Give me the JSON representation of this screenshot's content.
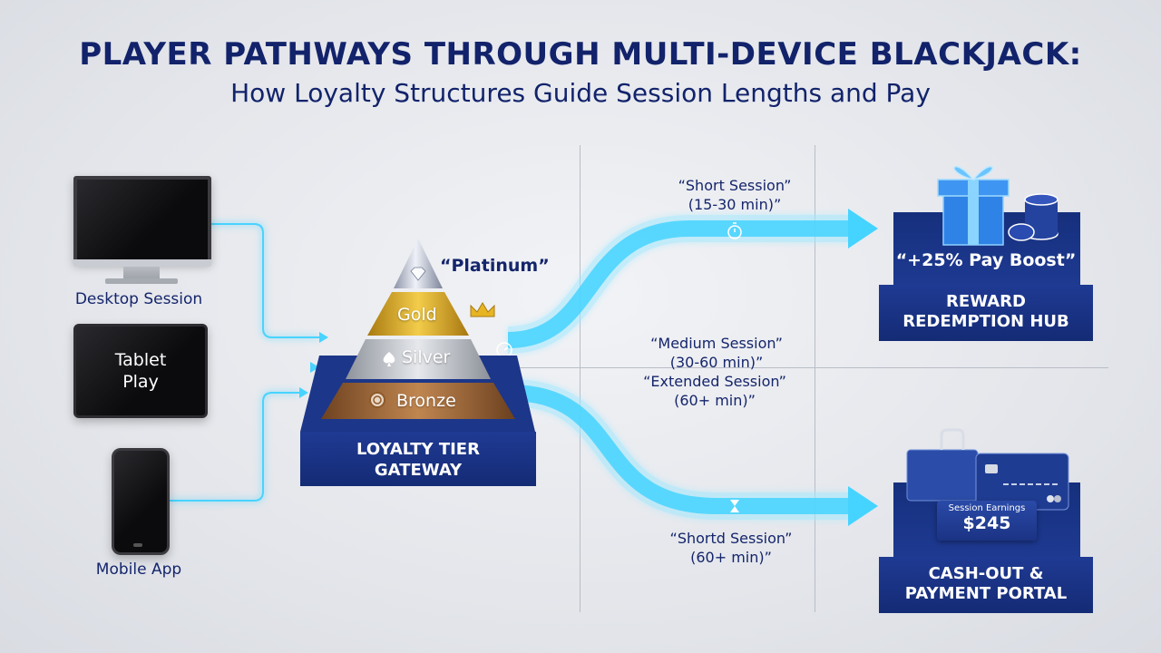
{
  "title": "PLAYER PATHWAYS THROUGH MULTI-DEVICE BLACKJACK:",
  "subtitle": "How Loyalty Structures Guide Session Lengths and Pay",
  "devices": {
    "desktop": "Desktop Session",
    "tablet_line1": "Tablet",
    "tablet_line2": "Play",
    "mobile": "Mobile App"
  },
  "pyramid": {
    "platinum": "“Platinum”",
    "gold": "Gold",
    "silver": "Silver",
    "bronze": "Bronze",
    "gateway_line1": "LOYALTY TIER",
    "gateway_line2": "GATEWAY"
  },
  "sessions": {
    "short_line1": "“Short Session”",
    "short_line2": "(15-30 min)”",
    "medium_line1": "“Medium Session”",
    "medium_line2": "(30-60 min)”",
    "extended_line1": "“Extended Session”",
    "extended_line2": "(60+ min)”",
    "shortd_line1": "“Shortd Session”",
    "shortd_line2": "(60+ min)”"
  },
  "reward_hub": {
    "boost": "“+25% Pay Boost”",
    "line1": "REWARD",
    "line2": "REDEMPTION HUB"
  },
  "cash_out": {
    "earnings_label": "Session Earnings",
    "earnings_value": "$245",
    "line1": "CASH-OUT &",
    "line2": "PAYMENT PORTAL"
  },
  "colors": {
    "navy": "#14256b",
    "flow_cyan": "#3fd2ff",
    "gold": "#d9a520",
    "silver": "#b8bcc4",
    "bronze": "#a06a38"
  }
}
